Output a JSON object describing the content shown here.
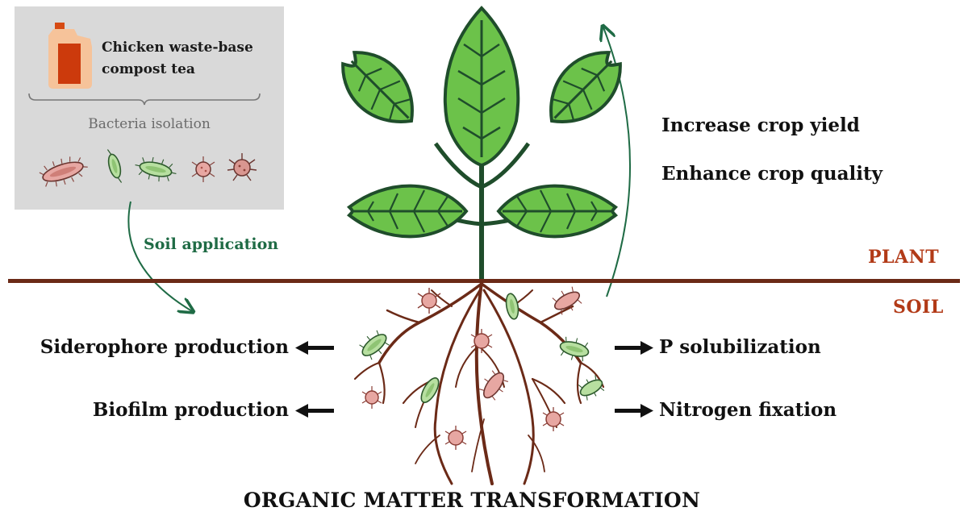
{
  "source_box": {
    "title_line1": "Chicken waste-base",
    "title_line2": "compost tea",
    "subtitle": "Bacteria isolation"
  },
  "flow": {
    "application_label": "Soil application"
  },
  "benefits": {
    "yield": "Increase crop yield",
    "quality": "Enhance crop quality"
  },
  "zones": {
    "plant": "PLANT",
    "soil": "SOIL"
  },
  "mechanisms": {
    "left": [
      "Siderophore production",
      "Biofilm production"
    ],
    "right": [
      "P solubilization",
      "Nitrogen fixation"
    ]
  },
  "footer": "ORGANIC MATTER TRANSFORMATION",
  "colors": {
    "leaf": "#6cc24a",
    "leaf_outline": "#1f4d2b",
    "root": "#6b2a17",
    "ground": "#6b2a17",
    "arrow_green": "#1f6b45",
    "zone_label": "#b23a17",
    "bottle": "#d64a13",
    "bacteria_pink": "#e7a7a2",
    "bacteria_green": "#b7dfa0"
  },
  "icons": [
    "compost-bottle-icon",
    "bacteria-icon",
    "plant-icon",
    "root-system-icon",
    "arrow-icon"
  ]
}
